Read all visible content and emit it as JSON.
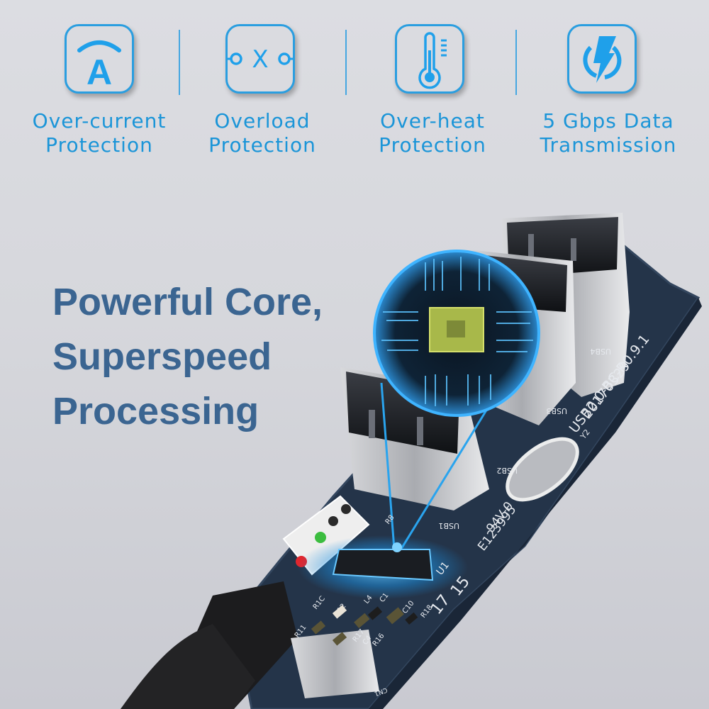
{
  "features": [
    {
      "icon": "over-current-icon",
      "label": "Over-current\nProtection"
    },
    {
      "icon": "overload-switch-icon",
      "label": "Overload\nProtection"
    },
    {
      "icon": "thermometer-icon",
      "label": "Over-heat\nProtection"
    },
    {
      "icon": "lightning-power-icon",
      "label": "5 Gbps Data\nTransmission"
    }
  ],
  "headline": "Powerful Core,\nSuperspeed\nProcessing",
  "overcurrent_glyph": "A",
  "overload_glyph": "X",
  "pcb": {
    "silkscreen_model": "USB2.0-BC-R0.9.1",
    "silkscreen_date": "20170329",
    "crystal_label": "Y2",
    "rating": "94V-0",
    "cert_code": "E123995",
    "chip_label": "U1",
    "week_code_a": "17",
    "week_code_b": "15",
    "port_labels": [
      "USB1",
      "USB2",
      "USB3",
      "USB4"
    ],
    "component_labels": [
      "R8",
      "R1C",
      "C12",
      "L4",
      "C1",
      "C10",
      "R18",
      "R17",
      "C4",
      "R16",
      "R11",
      "CN1"
    ]
  },
  "colors": {
    "accent": "#1b95d8",
    "headline": "#3b6591",
    "pcb": "#243449",
    "glow": "#3fb4ff"
  }
}
